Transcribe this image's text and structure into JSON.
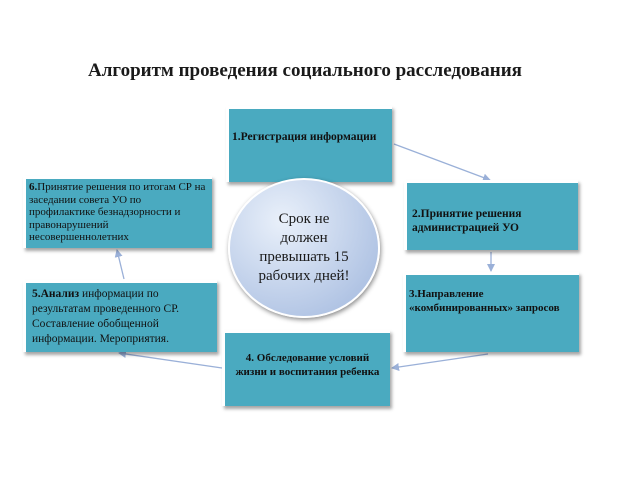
{
  "title": "Алгоритм проведения социального расследования",
  "center": {
    "text": "Срок не должен превышать 15 рабочих дней!"
  },
  "steps": [
    {
      "text": "1.Регистрация информации"
    },
    {
      "text": "2.Принятие решения администрацией УО"
    },
    {
      "text": "3.Направление «комбинированных» запросов"
    },
    {
      "text": "4. Обследование условий жизни и воспитания ребенка"
    },
    {
      "label": "5.Анализ",
      "text": " информации по результатам проведенного СР. Составление обобщенной информации. Мероприятия."
    },
    {
      "label": "6.",
      "text": "Принятие решения по итогам СР на заседании совета УО по профилактике безнадзорности и правонарушений несовершеннолетних"
    }
  ],
  "colors": {
    "box": "#4aaac0",
    "circle_gradient": [
      "#e9f0fa",
      "#9fb6dd"
    ],
    "arrow": "#9ab0d8"
  }
}
